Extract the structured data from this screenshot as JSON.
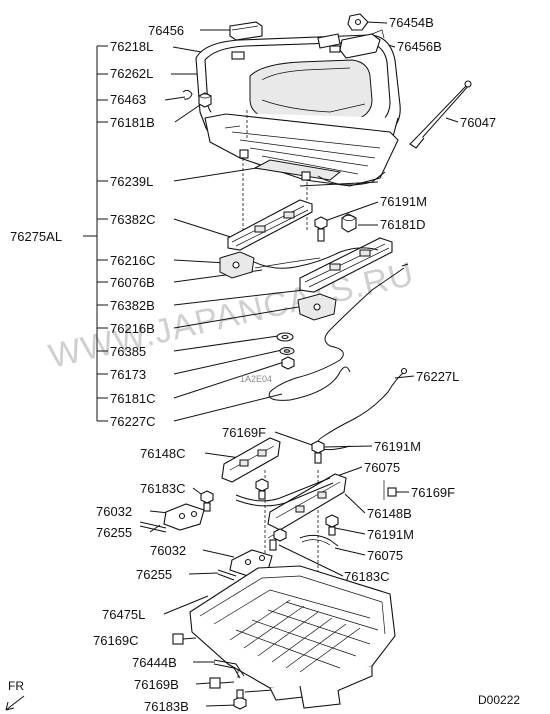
{
  "diagram": {
    "watermark": "WWW.JAPANCATS.RU",
    "small_mark": "1A2E04",
    "doc_code": "D00222",
    "direction_label": "FR",
    "group_label": "76275AL",
    "labels": {
      "p76456": "76456",
      "p76454B": "76454B",
      "p76456B": "76456B",
      "p76218L": "76218L",
      "p76262L": "76262L",
      "p76463": "76463",
      "p76181B": "76181B",
      "p76047": "76047",
      "p76239L": "76239L",
      "p76191M_a": "76191M",
      "p76382C": "76382C",
      "p76181D": "76181D",
      "p76216C": "76216C",
      "p76076B": "76076B",
      "p76382B": "76382B",
      "p76216B": "76216B",
      "p76385": "76385",
      "p76173": "76173",
      "p76181C": "76181C",
      "p76227C": "76227C",
      "p76227L": "76227L",
      "p76169F_a": "76169F",
      "p76148C": "76148C",
      "p76191M_b": "76191M",
      "p76075_a": "76075",
      "p76183C_a": "76183C",
      "p76169F_b": "76169F",
      "p76032_a": "76032",
      "p76148B": "76148B",
      "p76255_a": "76255",
      "p76191M_c": "76191M",
      "p76075_b": "76075",
      "p76032_b": "76032",
      "p76255_b": "76255",
      "p76183C_b": "76183C",
      "p76475L": "76475L",
      "p76169C": "76169C",
      "p76444B": "76444B",
      "p76169B": "76169B",
      "p76183B": "76183B"
    }
  }
}
